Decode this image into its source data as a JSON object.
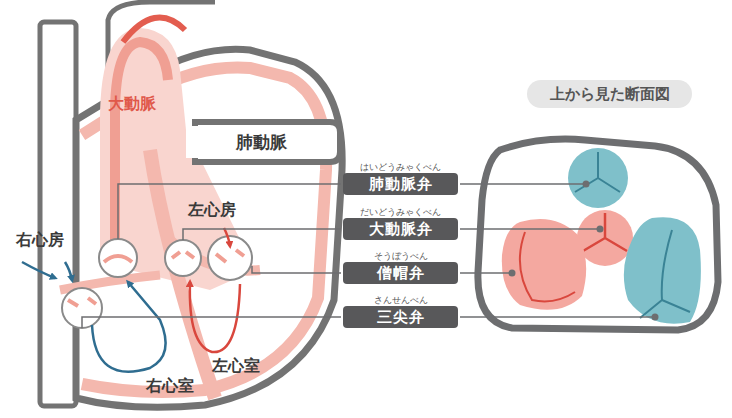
{
  "diagram": {
    "nodes": [
      {
        "text": [
          "上から見た断面図"
        ]
      },
      {
        "text": [
          "はいどうみゃくべん",
          "肺動脈弁"
        ]
      },
      {
        "text": [
          "だいどうみゃくべん",
          "大動脈弁"
        ]
      },
      {
        "text": [
          "そうぼうべん",
          "僧帽弁"
        ]
      },
      {
        "text": [
          "さんせんべん",
          "三尖弁"
        ]
      }
    ],
    "labels": [
      "大動脈",
      "肺動脈",
      "右心房",
      "左心房",
      "左心室",
      "右心室"
    ]
  }
}
